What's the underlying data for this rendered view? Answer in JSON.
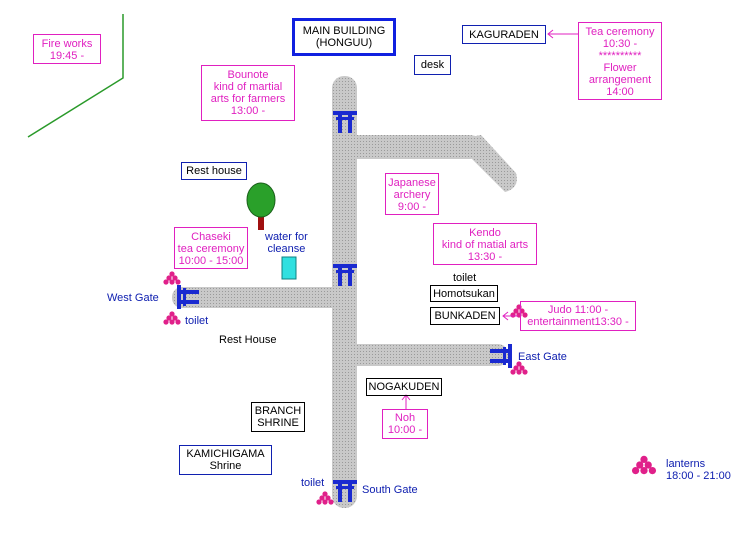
{
  "colors": {
    "road": "#c4c4c4",
    "gate": "#1a2ad0",
    "label_pink": "#e020c0",
    "label_blue": "#1020b0",
    "outline_green": "#2a9a2a",
    "tree": "#2aa02a",
    "trunk": "#a01010",
    "water": "#30e0e0"
  },
  "labels": {
    "fireworks": "Fire works\n19:45 -",
    "main_building": "MAIN BUILDING\n(HONGUU)",
    "kaguraden": "KAGURADEN",
    "tea_ceremony": "Tea ceremony\n10:30 -\n**********\nFlower\narrangement\n14:00",
    "desk": "desk",
    "bounote": "Bounote\nkind of martial\narts for farmers\n13:00 -",
    "rest_house_top": "Rest house",
    "japanese_archery": "Japanese\narchery\n9:00 -",
    "chaseki": "Chaseki\ntea ceremony\n10:00 - 15:00",
    "water_cleanse": "water for\ncleanse",
    "kendo": "Kendo\nkind of matial arts\n13:30 -",
    "west_gate": "West Gate",
    "toilet_west": "toilet",
    "toilet_east": "toilet",
    "homotsukan": "Homotsukan",
    "bunkaden": "BUNKADEN",
    "judo": "Judo 11:00 -\nentertainment13:30 -",
    "rest_house_low": "Rest House",
    "east_gate": "East Gate",
    "nogakuden": "NOGAKUDEN",
    "noh": "Noh\n10:00 -",
    "branch_shrine": "BRANCH\nSHRINE",
    "kamichigama": "KAMICHIGAMA\nShrine",
    "toilet_south": "toilet",
    "south_gate": "South Gate",
    "lanterns": "lanterns\n18:00 - 21:00"
  },
  "icons": [
    "torii-gate-icon",
    "lantern-icon",
    "tree-icon",
    "water-basin-icon"
  ]
}
